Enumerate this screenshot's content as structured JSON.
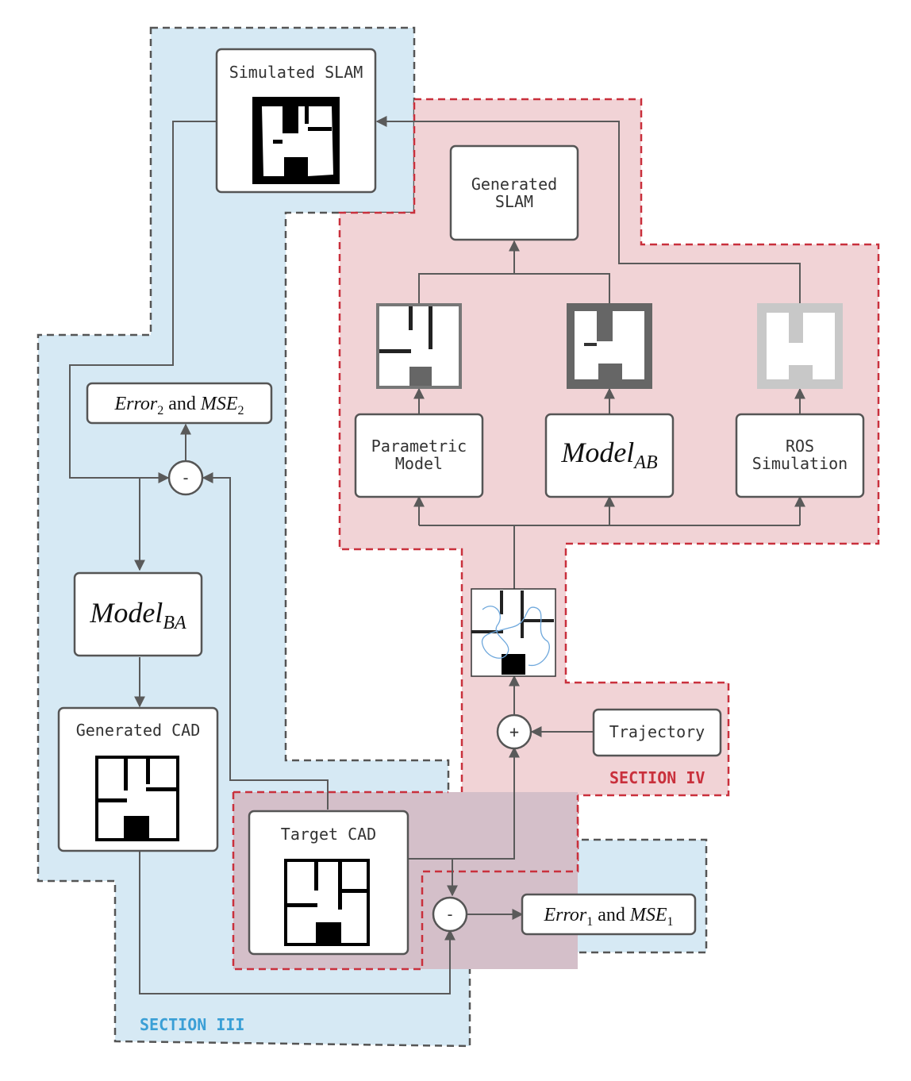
{
  "nodes": {
    "simulated_slam": "Simulated SLAM",
    "generated_slam_line1": "Generated",
    "generated_slam_line2": "SLAM",
    "parametric_line1": "Parametric",
    "parametric_line2": "Model",
    "model_ab": {
      "base": "Model",
      "sub": "AB"
    },
    "ros_line1": "ROS",
    "ros_line2": "Simulation",
    "error2": {
      "error": "Error",
      "error_sub": "2",
      "and": " and ",
      "mse": "MSE",
      "mse_sub": "2"
    },
    "model_ba": {
      "base": "Model",
      "sub": "BA"
    },
    "generated_cad": "Generated CAD",
    "target_cad": "Target CAD",
    "trajectory": "Trajectory",
    "error1": {
      "error": "Error",
      "error_sub": "1",
      "and": " and ",
      "mse": "MSE",
      "mse_sub": "1"
    }
  },
  "operators": {
    "minus_upper": "-",
    "minus_lower": "-",
    "plus": "+"
  },
  "sections": {
    "section_iii": "SECTION III",
    "section_iv": "SECTION IV"
  },
  "colors": {
    "section_iii_fill": "#d6e9f4",
    "section_iii_border": "#555555",
    "section_iii_label": "#3a9fd6",
    "section_iv_fill": "#f1d3d6",
    "section_iv_border": "#c9303c",
    "section_iv_label": "#c9303c",
    "overlap_fill": "#d4bfc9",
    "box_border": "#555555",
    "arrow": "#5a5a5a",
    "trajectory_path": "#6fa8dc"
  }
}
